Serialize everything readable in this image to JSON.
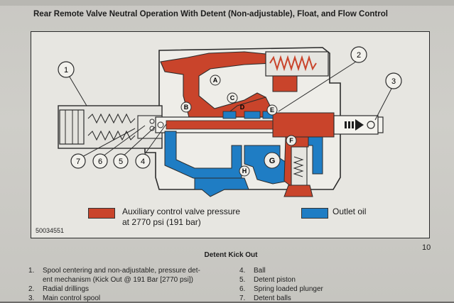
{
  "title": "Rear Remote Valve Neutral Operation With Detent (Non-adjustable), Float, and Flow Control",
  "colors": {
    "pressure": "#c9442b",
    "outlet": "#1f7dc4",
    "body": "#eeede8",
    "line": "#2b2b2b"
  },
  "callouts": [
    "1",
    "2",
    "3",
    "4",
    "5",
    "6",
    "7"
  ],
  "letters": [
    "A",
    "B",
    "C",
    "D",
    "E",
    "F",
    "G",
    "H"
  ],
  "legend": {
    "pressure_label_1": "Auxiliary control valve pressure",
    "pressure_label_2": "at 2770 psi (191 bar)",
    "outlet_label": "Outlet oil"
  },
  "figure_id": "50034551",
  "page_number": "10",
  "caption": "Detent Kick Out",
  "items_left": [
    {
      "num": "1.",
      "text_1": "Spool centering and non-adjustable, pressure det-",
      "text_2": "ent mechanism (Kick Out @ 191 Bar [2770 psi])"
    },
    {
      "num": "2.",
      "text_1": "Radial drillings"
    },
    {
      "num": "3.",
      "text_1": "Main control spool"
    }
  ],
  "items_right": [
    {
      "num": "4.",
      "text_1": "Ball"
    },
    {
      "num": "5.",
      "text_1": "Detent piston"
    },
    {
      "num": "6.",
      "text_1": "Spring loaded plunger"
    },
    {
      "num": "7.",
      "text_1": "Detent balls"
    }
  ]
}
